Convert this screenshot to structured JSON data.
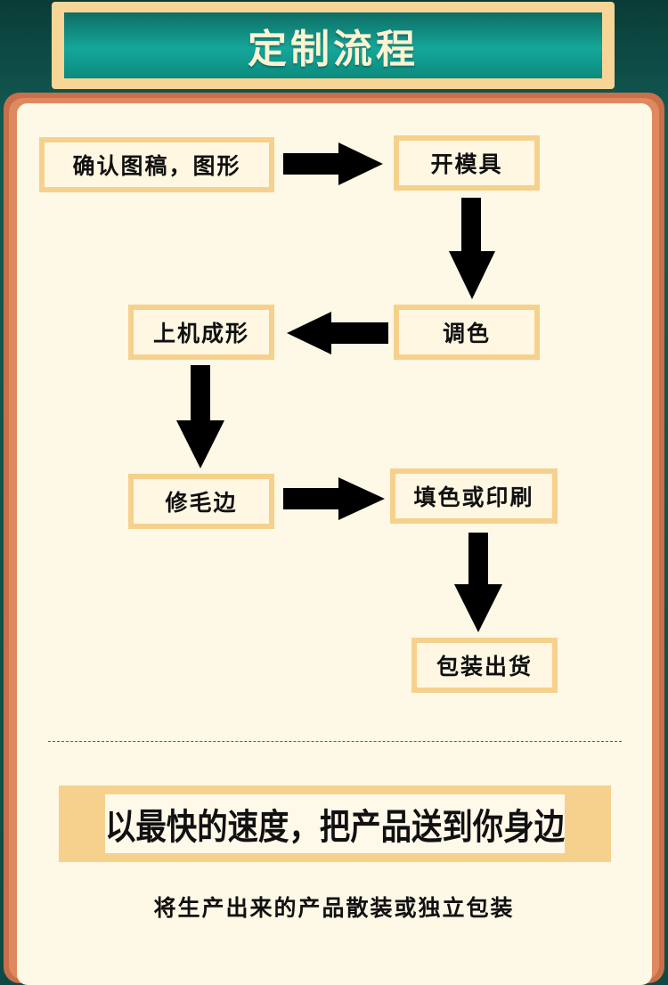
{
  "title": "定制流程",
  "steps": [
    {
      "id": "confirm",
      "label": "确认图稿，图形"
    },
    {
      "id": "mold",
      "label": "开模具"
    },
    {
      "id": "color",
      "label": "调色"
    },
    {
      "id": "forming",
      "label": "上机成形"
    },
    {
      "id": "trim",
      "label": "修毛边"
    },
    {
      "id": "fill",
      "label": "填色或印刷"
    },
    {
      "id": "ship",
      "label": "包装出货"
    }
  ],
  "slogan": "以最快的速度，把产品送到你身边",
  "subtitle": "将生产出来的产品散装或独立包装",
  "colors": {
    "background": "#0e4a45",
    "banner_border": "#f6d596",
    "banner_fill": "#14a79a",
    "frame": "#de8a5e",
    "panel": "#fef8e6",
    "step_border": "#f6d18d",
    "divider": "#c0322b",
    "arrow": "#000000"
  }
}
